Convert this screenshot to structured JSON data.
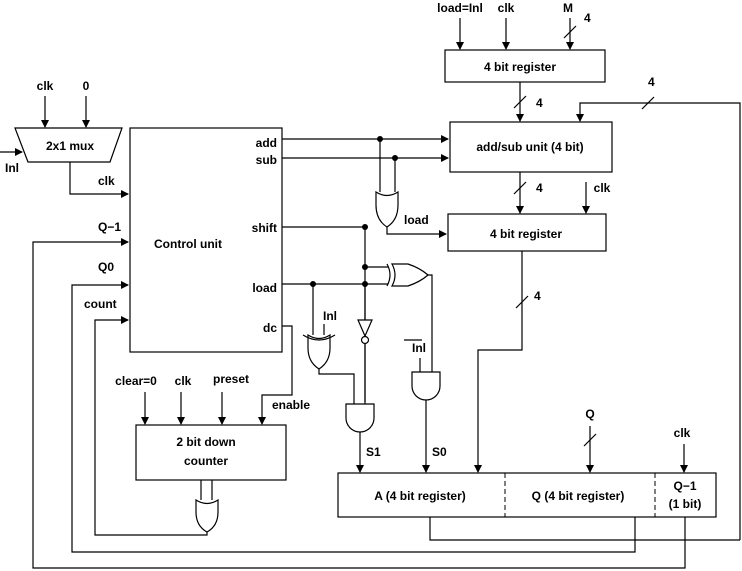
{
  "blocks": {
    "mux": "2x1 mux",
    "control_unit": "Control unit",
    "m_register": "4 bit register",
    "addsub": "add/sub unit  (4 bit)",
    "mid_register": "4 bit register",
    "down_counter_line1": "2 bit down",
    "down_counter_line2": "counter",
    "a_register": "A (4 bit register)",
    "q_register": "Q (4 bit register)",
    "qm1_line1": "Q−1",
    "qm1_line2": "(1 bit)"
  },
  "control_ports": {
    "add": "add",
    "sub": "sub",
    "shift": "shift",
    "load": "load",
    "dc": "dc"
  },
  "control_inputs": {
    "clk": "clk",
    "qm1": "Q−1",
    "q0": "Q0",
    "count": "count"
  },
  "signals": {
    "clk": "clk",
    "zero": "0",
    "inl": "Inl",
    "load_eq_inl": "load=Inl",
    "m": "M",
    "load": "load",
    "inl_bar": "Inl",
    "s1": "S1",
    "s0": "S0",
    "q": "Q",
    "clear": "clear=0",
    "preset": "preset",
    "enable": "enable"
  },
  "bus_widths": {
    "w_m": "4",
    "w_reg_out": "4",
    "w_feedback": "4",
    "w_addsub_out": "4",
    "w_mid_out": "4"
  }
}
